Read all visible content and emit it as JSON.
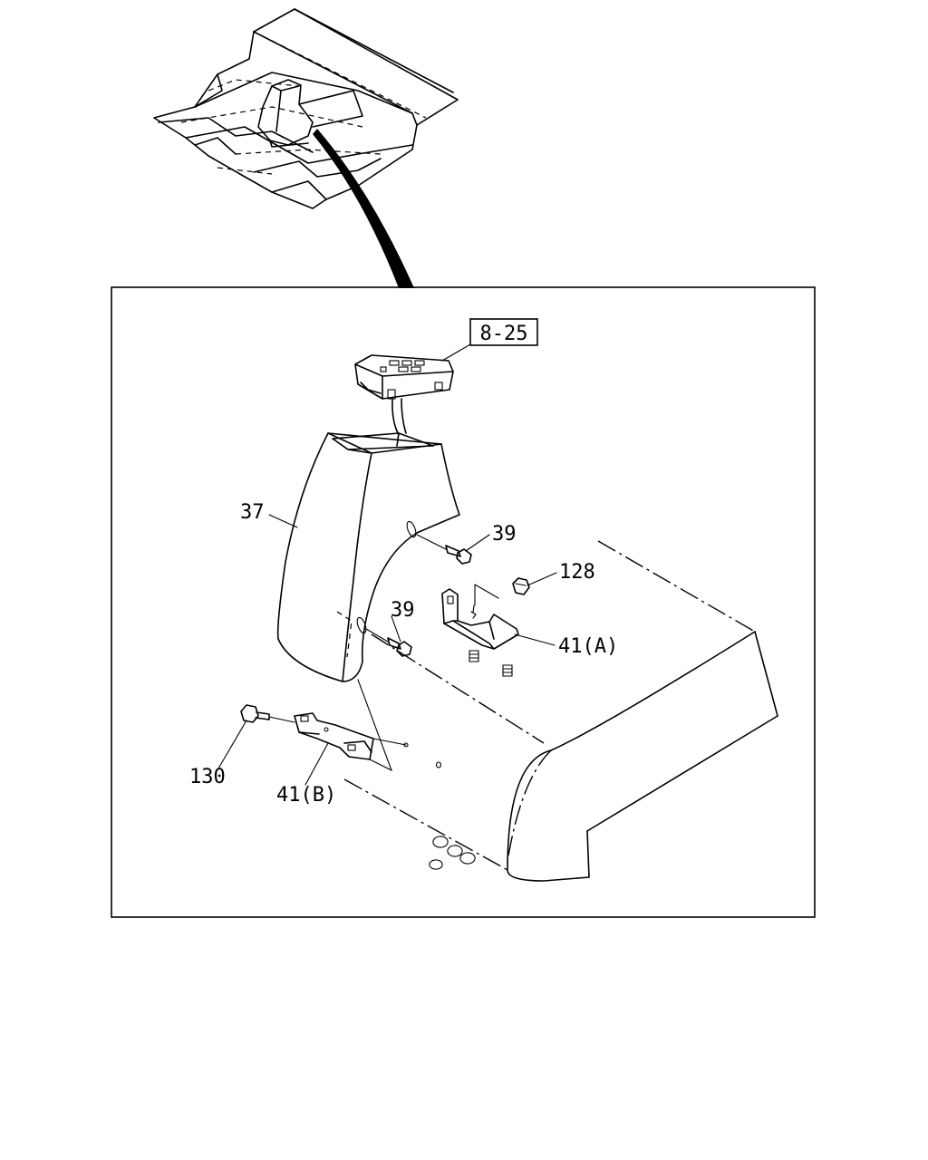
{
  "diagram": {
    "callouts": [
      {
        "id": "ref-8-25",
        "text": "8-25",
        "boxed": true
      },
      {
        "id": "part-37",
        "text": "37",
        "boxed": false
      },
      {
        "id": "part-39-upper",
        "text": "39",
        "boxed": false
      },
      {
        "id": "part-128",
        "text": "128",
        "boxed": false
      },
      {
        "id": "part-39-lower",
        "text": "39",
        "boxed": false
      },
      {
        "id": "part-41a",
        "text": "41(A)",
        "boxed": false
      },
      {
        "id": "part-130",
        "text": "130",
        "boxed": false
      },
      {
        "id": "part-41b",
        "text": "41(B)",
        "boxed": false
      }
    ]
  }
}
